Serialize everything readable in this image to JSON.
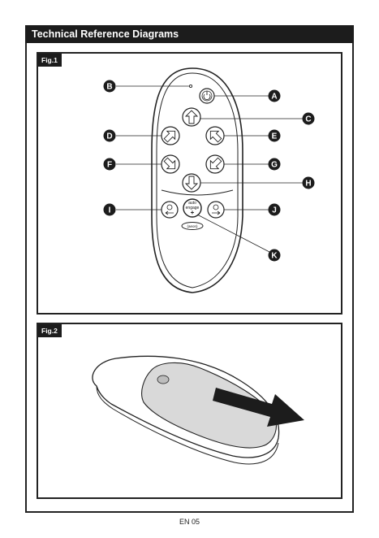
{
  "header": {
    "title": "Technical Reference Diagrams"
  },
  "fig1": {
    "tag": "Fig.1",
    "callouts": [
      "A",
      "B",
      "C",
      "D",
      "E",
      "F",
      "G",
      "H",
      "I",
      "J",
      "K"
    ],
    "button_labels": {
      "auto": "auto",
      "engage": "engage",
      "plus": "+",
      "brand": "(aeon)"
    }
  },
  "fig2": {
    "tag": "Fig.2"
  },
  "footer": {
    "page": "EN 05"
  }
}
